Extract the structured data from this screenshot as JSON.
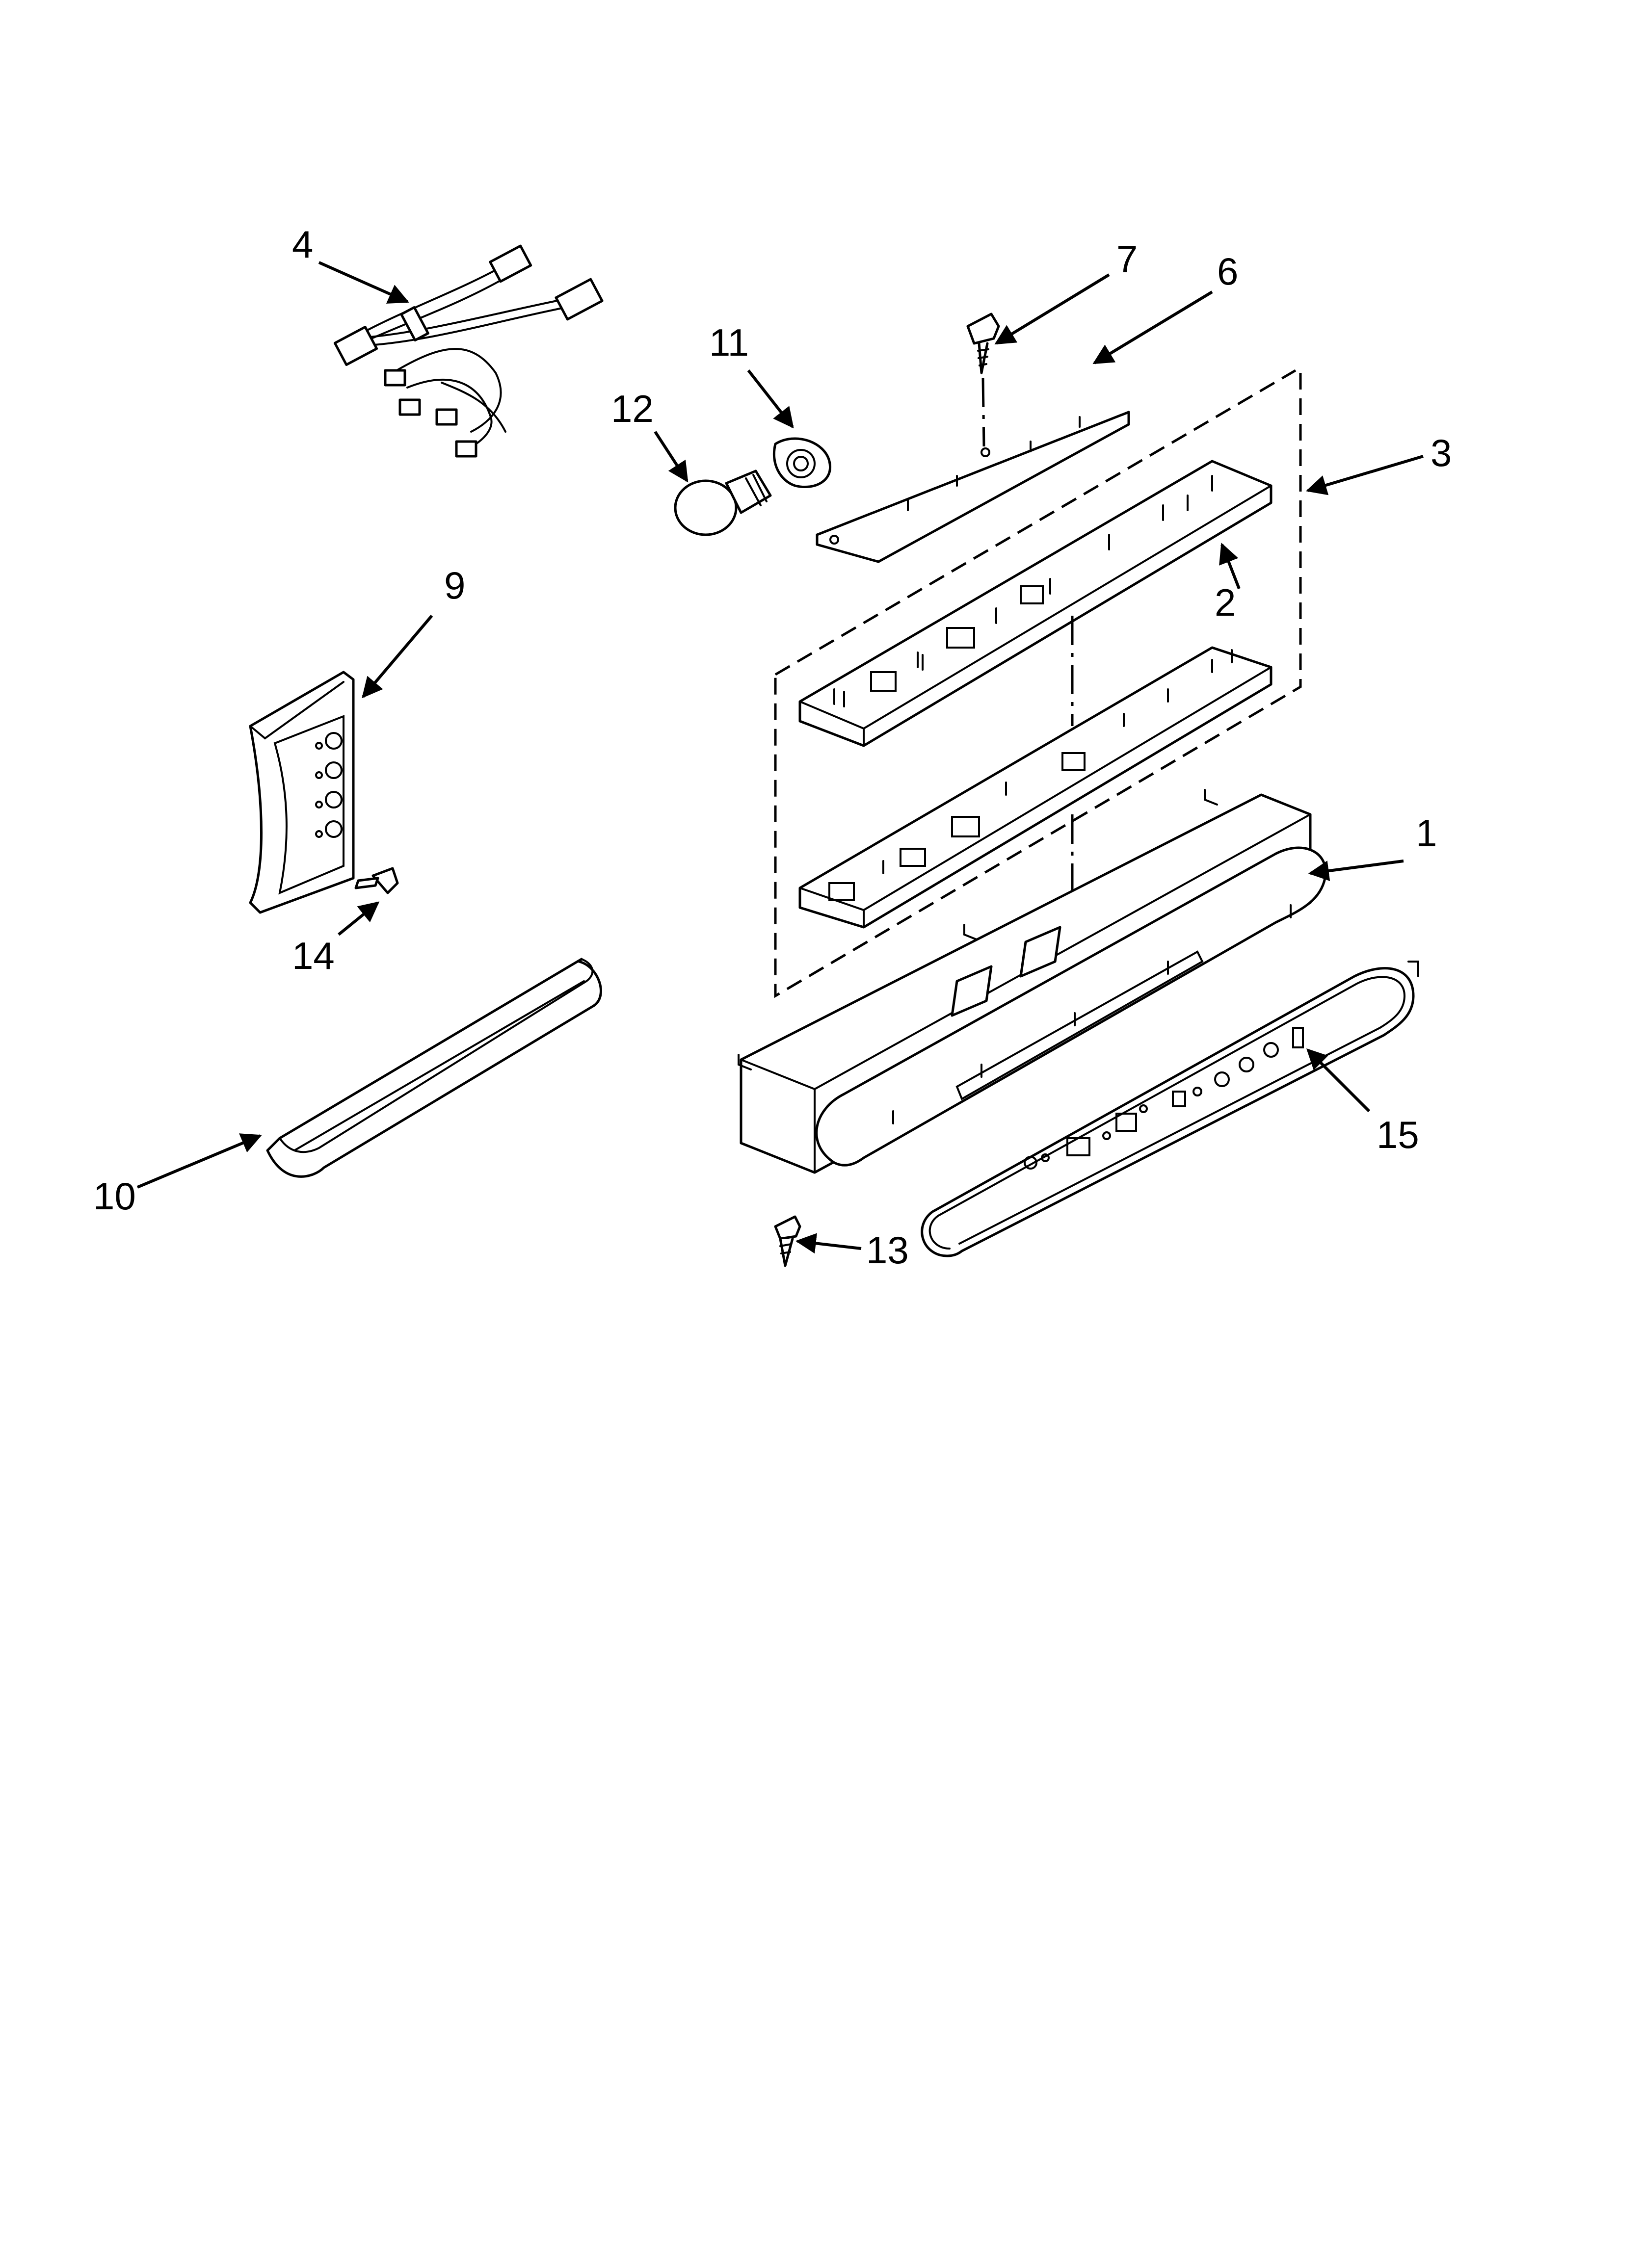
{
  "diagram": {
    "callouts": [
      "1",
      "2",
      "3",
      "4",
      "6",
      "7",
      "9",
      "10",
      "11",
      "12",
      "13",
      "14",
      "15"
    ]
  }
}
